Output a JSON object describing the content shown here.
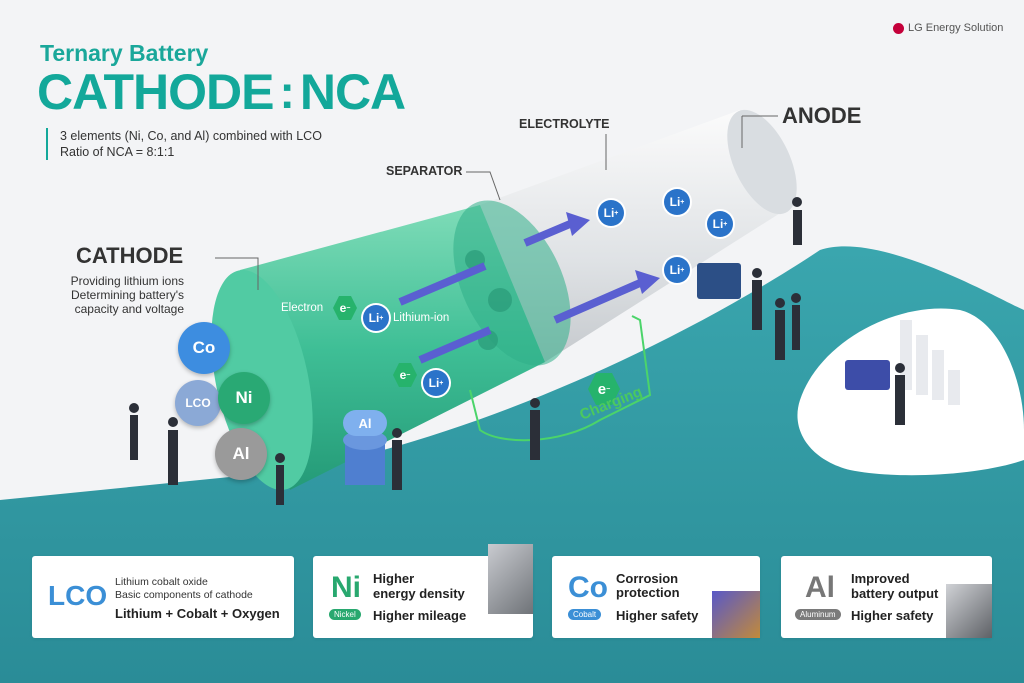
{
  "brand": {
    "name": "LG Energy Solution"
  },
  "title": {
    "small": "Ternary Battery",
    "big_left": "CATHODE",
    "colon": ":",
    "big_right": "NCA"
  },
  "subtitle": {
    "line1": "3 elements (Ni, Co, and Al) combined with LCO",
    "line2": "Ratio of NCA = 8:1:1"
  },
  "cathode": {
    "title": "CATHODE",
    "desc1": "Providing lithium ions",
    "desc2": "Determining battery's",
    "desc3": "capacity and voltage"
  },
  "labels": {
    "separator": "SEPARATOR",
    "electrolyte": "ELECTROLYTE",
    "anode": "ANODE",
    "electron": "Electron",
    "lithium_ion": "Lithium-ion",
    "charging": "Charging"
  },
  "symbols": {
    "li": "Li",
    "li_sup": "+",
    "e": "e",
    "e_sup": "−"
  },
  "elements": {
    "co": "Co",
    "lco": "LCO",
    "ni": "Ni",
    "al": "Al"
  },
  "screen": {
    "text": "Al"
  },
  "cards": [
    {
      "symbol": "LCO",
      "line1": "Lithium cobalt oxide",
      "line2": "Basic components of cathode",
      "bold": "Lithium + Cobalt + Oxygen"
    },
    {
      "symbol": "Ni",
      "pill": "Nickel",
      "line1": "Higher",
      "line2": "energy density",
      "bold": "Higher mileage"
    },
    {
      "symbol": "Co",
      "pill": "Cobalt",
      "line1": "Corrosion",
      "line2": "protection",
      "bold": "Higher safety"
    },
    {
      "symbol": "Al",
      "pill": "Aluminum",
      "line1": "Improved",
      "line2": "battery output",
      "bold": "Higher safety"
    }
  ],
  "colors": {
    "teal": "#13a89a",
    "green_cyl": "#3ec39a",
    "blue_ion": "#2a73c9",
    "electron_green": "#26b36c",
    "floor": "#2f9aa5"
  }
}
